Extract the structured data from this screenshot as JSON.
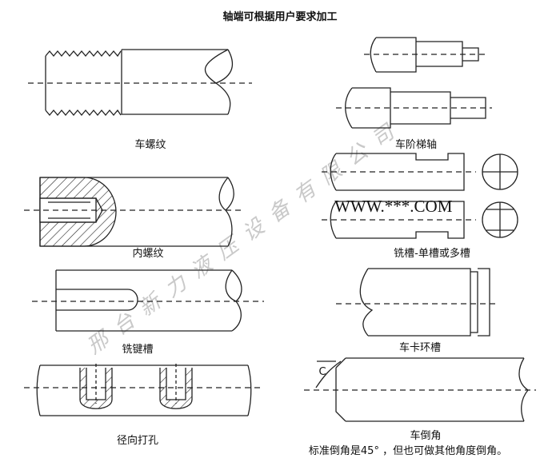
{
  "title": "轴端可根据用户要求加工",
  "labels": {
    "thread": "车螺纹",
    "internal_thread": "内螺纹",
    "keyway": "铣键槽",
    "radial_hole": "径向打孔",
    "step_shaft": "车阶梯轴",
    "milled_groove": "铣槽-单槽或多槽",
    "circlip_groove": "车卡环槽",
    "chamfer": "车倒角",
    "chamfer_note": "标准倒角是45° ，但也可做其他角度倒角。",
    "chamfer_symbol": "C"
  },
  "watermark": "邢台新力液压设备有限公司",
  "website": "WWW.***.COM"
}
